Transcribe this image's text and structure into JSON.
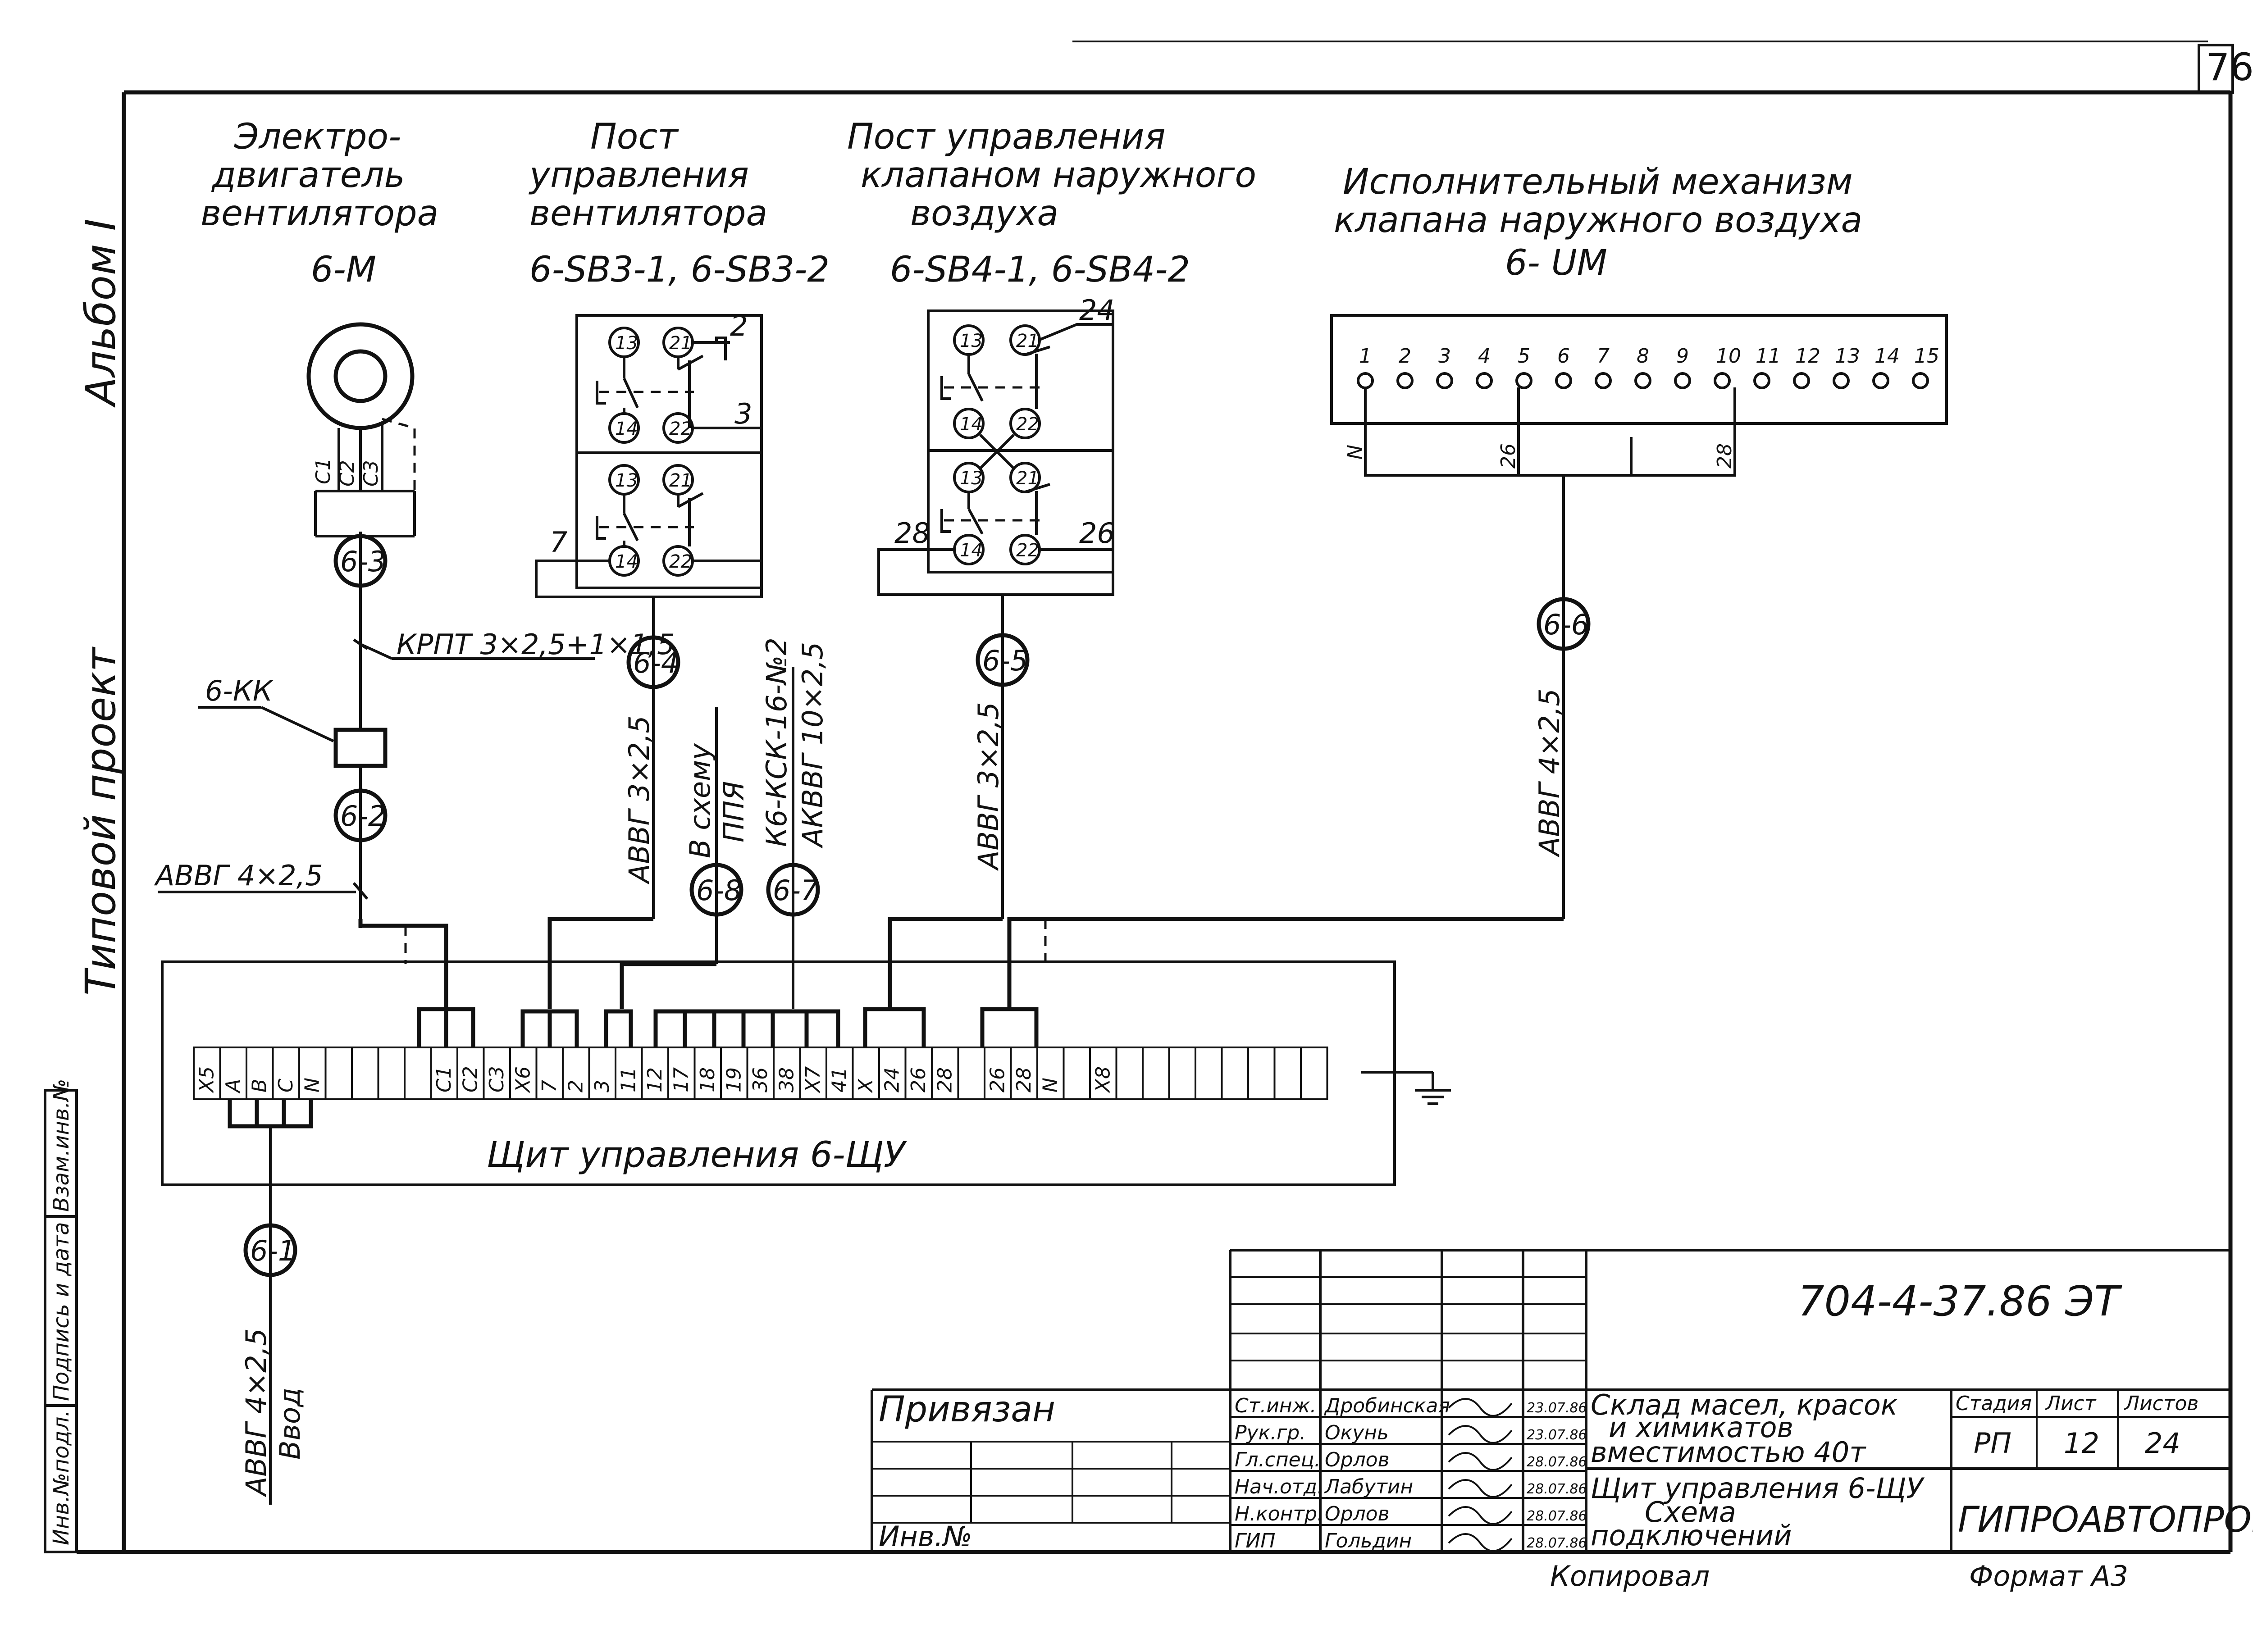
{
  "sheet_number": "76",
  "side_labels": {
    "album": "Альбом I",
    "project": "Типовой   проект"
  },
  "left_stamp": [
    "Инв.№подл.",
    "Подпись и дата",
    "Взам.инв.№"
  ],
  "components": {
    "motor": {
      "title_lines": [
        "Электро-",
        "двигатель",
        "вентилятора"
      ],
      "code": "6-М",
      "wires": [
        "С1",
        "С2",
        "С3"
      ]
    },
    "fan_post": {
      "title_lines": [
        "Пост",
        "управления",
        "вентилятора"
      ],
      "code": "6-SB3-1, 6-SB3-2",
      "contacts": [
        "13",
        "21",
        "14",
        "22",
        "13",
        "21",
        "14",
        "22"
      ],
      "terminals": [
        "2",
        "3",
        "7"
      ]
    },
    "valve_post": {
      "title_lines": [
        "Пост управления",
        "клапаном наружного",
        "воздуха"
      ],
      "code": "6-SB4-1, 6-SB4-2",
      "contacts": [
        "13",
        "21",
        "14",
        "22",
        "13",
        "21",
        "14",
        "22"
      ],
      "terminals": [
        "24",
        "28",
        "26"
      ]
    },
    "actuator": {
      "title_lines": [
        "Исполнительный  механизм",
        "клапана наружного воздуха"
      ],
      "code": "6- UM",
      "terminals": [
        "1",
        "2",
        "3",
        "4",
        "5",
        "6",
        "7",
        "8",
        "9",
        "10",
        "11",
        "12",
        "13",
        "14",
        "15"
      ],
      "wires": [
        "N",
        "26",
        "28"
      ]
    }
  },
  "cables": {
    "c1": {
      "id": "6-1",
      "label": "АВВГ 4×2,5",
      "note": "Ввод"
    },
    "c2": {
      "id": "6-2",
      "label": "АВВГ 4×2,5"
    },
    "c3": {
      "id": "6-3",
      "label": "КРПТ 3×2,5+1×1,5"
    },
    "c4": {
      "id": "6-4",
      "label": "АВВГ 3×2,5"
    },
    "c5": {
      "id": "6-5",
      "label": "АВВГ 3×2,5"
    },
    "c6": {
      "id": "6-6",
      "label": "АВВГ 4×2,5"
    },
    "c7": {
      "id": "6-7",
      "label1": "К6-КСК-16-№2",
      "label2": "АКВВГ 10×2,5"
    },
    "c8": {
      "id": "6-8",
      "label1": "В схему",
      "label2": "ППЯ"
    }
  },
  "relay_label": "6-КК",
  "panel": {
    "title": "Щит управления 6-ЩУ",
    "terminals": [
      "Х5",
      "А",
      "В",
      "С",
      "N",
      "",
      "",
      "",
      "",
      "С1",
      "С2",
      "С3",
      "Х6",
      "7",
      "2",
      "3",
      "11",
      "12",
      "17",
      "18",
      "19",
      "36",
      "38",
      "Х7",
      "41",
      "Х",
      "24",
      "26",
      "28",
      "",
      "26",
      "28",
      "N",
      "",
      "Х8",
      "",
      "",
      "",
      "",
      "",
      "",
      "",
      ""
    ]
  },
  "title_block": {
    "doc_code": "704-4-37.86      ЭТ",
    "bound": "Привязан",
    "inv": "Инв.№",
    "roles": [
      {
        "role": "Ст.инж.",
        "name": "Дробинская",
        "date": "23.07.86"
      },
      {
        "role": "Рук.гр.",
        "name": "Окунь",
        "date": "23.07.86"
      },
      {
        "role": "Гл.спец.",
        "name": "Орлов",
        "date": "28.07.86"
      },
      {
        "role": "Нач.отд.",
        "name": "Лабутин",
        "date": "28.07.86"
      },
      {
        "role": "Н.контр.",
        "name": "Орлов",
        "date": "28.07.86"
      },
      {
        "role": "ГИП",
        "name": "Гольдин",
        "date": "28.07.86"
      }
    ],
    "object_lines": [
      "Склад масел, красок",
      "и химикатов",
      "вместимостью 40т"
    ],
    "sheet_lines": [
      "Щит управления 6-ЩУ",
      "Схема",
      "подключений"
    ],
    "stage_header": "Стадия",
    "sheet_header": "Лист",
    "sheets_header": "Листов",
    "stage": "РП",
    "sheet": "12",
    "sheets": "24",
    "org": "ГИПРОАВТОПРОМ",
    "copied": "Копировал",
    "format": "Формат А3"
  }
}
